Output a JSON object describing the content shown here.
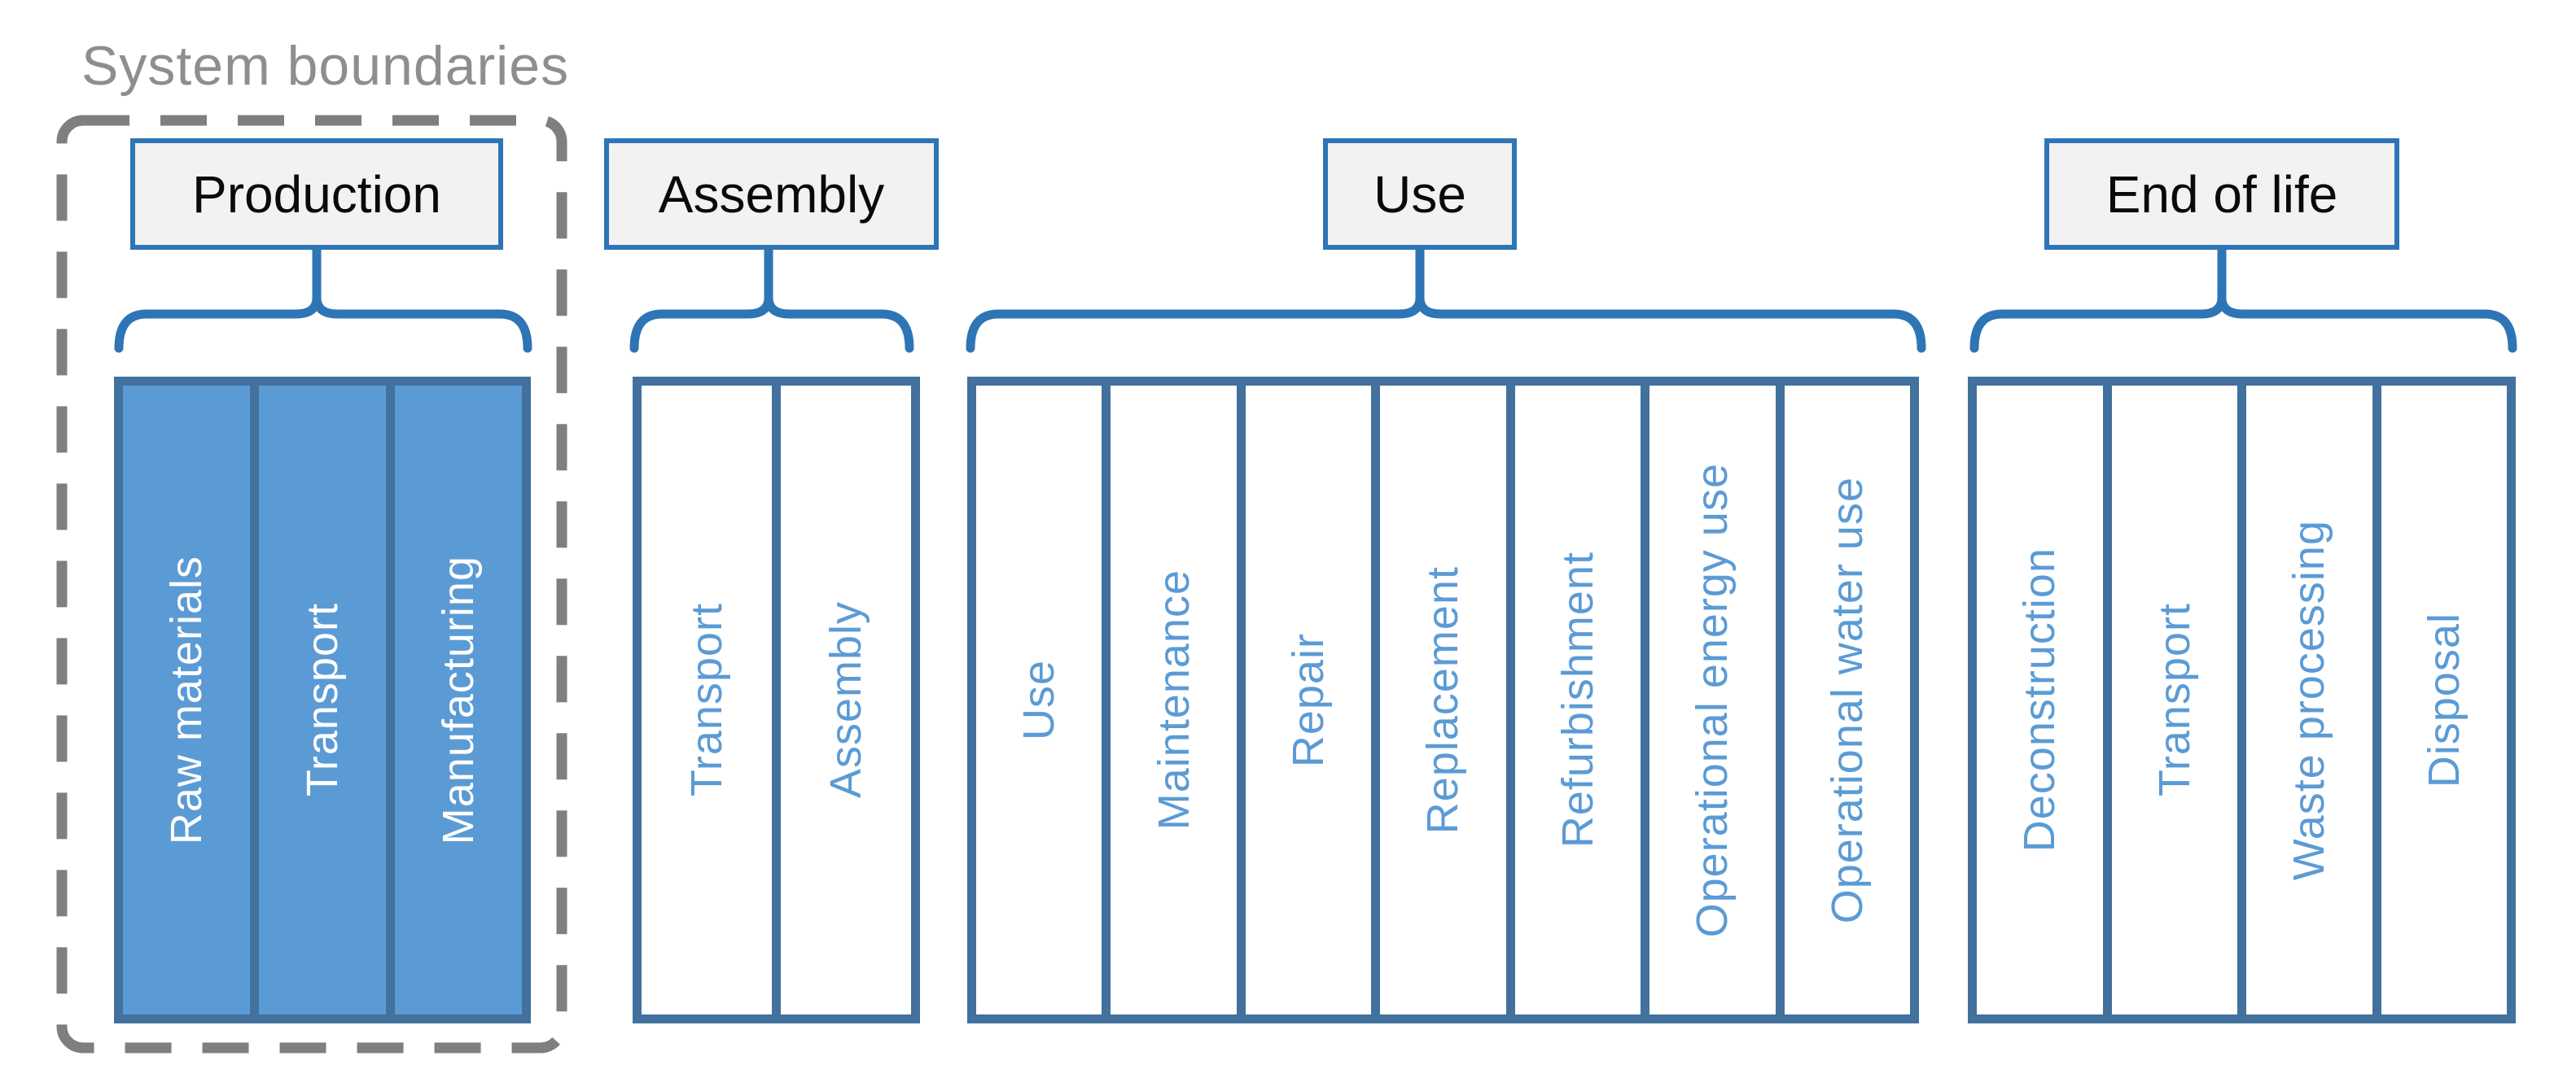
{
  "title": "System boundaries",
  "colors": {
    "accent_blue": "#2e75b6",
    "column_fill_blue": "#5b9bd5",
    "column_border_blue": "#41719c",
    "column_text_blue": "#5b9bd5",
    "header_fill": "#f2f2f2",
    "boundary_dash_gray": "#7f7f7f",
    "title_gray": "#8e8e8e"
  },
  "groups": [
    {
      "label": "Production",
      "filled": true,
      "inside_system_boundary": true,
      "columns": [
        "Raw materials",
        "Transport",
        "Manufacturing"
      ]
    },
    {
      "label": "Assembly",
      "filled": false,
      "inside_system_boundary": false,
      "columns": [
        "Transport",
        "Assembly"
      ]
    },
    {
      "label": "Use",
      "filled": false,
      "inside_system_boundary": false,
      "columns": [
        "Use",
        "Maintenance",
        "Repair",
        "Replacement",
        "Refurbishment",
        "Operational energy use",
        "Operational water use"
      ]
    },
    {
      "label": "End of life",
      "filled": false,
      "inside_system_boundary": false,
      "columns": [
        "Deconstruction",
        "Transport",
        "Waste processing",
        "Disposal"
      ]
    }
  ]
}
